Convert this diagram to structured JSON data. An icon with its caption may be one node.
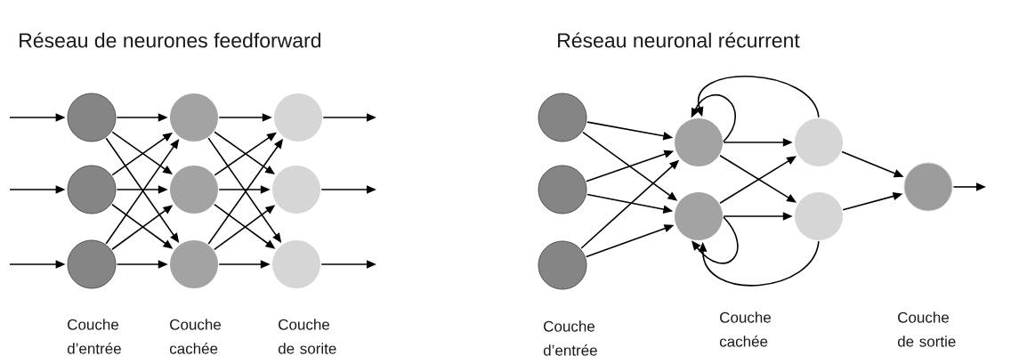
{
  "diagram": {
    "nodes": [
      {
        "text": [],
        "shape": "circle"
      },
      {
        "text": [],
        "shape": "circle"
      },
      {
        "text": [],
        "shape": "circle"
      },
      {
        "text": [],
        "shape": "circle"
      },
      {
        "text": [],
        "shape": "circle"
      },
      {
        "text": [],
        "shape": "circle"
      },
      {
        "text": [],
        "shape": "circle"
      },
      {
        "text": [],
        "shape": "circle"
      },
      {
        "text": [],
        "shape": "circle"
      },
      {
        "text": [],
        "shape": "circle"
      },
      {
        "text": [],
        "shape": "circle"
      },
      {
        "text": [],
        "shape": "circle"
      },
      {
        "text": [],
        "shape": "circle"
      },
      {
        "text": [],
        "shape": "circle"
      },
      {
        "text": [],
        "shape": "circle"
      },
      {
        "text": [],
        "shape": "circle"
      },
      {
        "text": [],
        "shape": "circle"
      }
    ],
    "edges": [
      {
        "from": null,
        "to": 0,
        "arrow": "to"
      },
      {
        "from": null,
        "to": 1,
        "arrow": "to"
      },
      {
        "from": null,
        "to": 2,
        "arrow": "to"
      },
      {
        "from": 0,
        "to": 3,
        "arrow": "to"
      },
      {
        "from": 0,
        "to": 4,
        "arrow": "to"
      },
      {
        "from": 0,
        "to": 5,
        "arrow": "to"
      },
      {
        "from": 1,
        "to": 3,
        "arrow": "to"
      },
      {
        "from": 1,
        "to": 4,
        "arrow": "to"
      },
      {
        "from": 1,
        "to": 5,
        "arrow": "to"
      },
      {
        "from": 2,
        "to": 3,
        "arrow": "to"
      },
      {
        "from": 2,
        "to": 4,
        "arrow": "to"
      },
      {
        "from": 2,
        "to": 5,
        "arrow": "to"
      },
      {
        "from": 3,
        "to": 6,
        "arrow": "to"
      },
      {
        "from": 3,
        "to": 7,
        "arrow": "to"
      },
      {
        "from": 3,
        "to": 8,
        "arrow": "to"
      },
      {
        "from": 4,
        "to": 6,
        "arrow": "to"
      },
      {
        "from": 4,
        "to": 7,
        "arrow": "to"
      },
      {
        "from": 4,
        "to": 8,
        "arrow": "to"
      },
      {
        "from": 5,
        "to": 6,
        "arrow": "to"
      },
      {
        "from": 5,
        "to": 7,
        "arrow": "to"
      },
      {
        "from": 5,
        "to": 8,
        "arrow": "to"
      },
      {
        "from": 6,
        "to": null,
        "arrow": "to"
      },
      {
        "from": 7,
        "to": null,
        "arrow": "to"
      },
      {
        "from": 8,
        "to": null,
        "arrow": "to"
      },
      {
        "from": 9,
        "to": 12,
        "arrow": "to"
      },
      {
        "from": 9,
        "to": 13,
        "arrow": "to"
      },
      {
        "from": 10,
        "to": 12,
        "arrow": "to"
      },
      {
        "from": 10,
        "to": 13,
        "arrow": "to"
      },
      {
        "from": 11,
        "to": 12,
        "arrow": "to"
      },
      {
        "from": 11,
        "to": 13,
        "arrow": "to"
      },
      {
        "from": 12,
        "to": 12,
        "arrow": "to"
      },
      {
        "from": 14,
        "to": 12,
        "arrow": "to"
      },
      {
        "from": 13,
        "to": 13,
        "arrow": "to"
      },
      {
        "from": 15,
        "to": 13,
        "arrow": "to"
      },
      {
        "from": 12,
        "to": 14,
        "arrow": "to"
      },
      {
        "from": 12,
        "to": 15,
        "arrow": "to"
      },
      {
        "from": 13,
        "to": 14,
        "arrow": "to"
      },
      {
        "from": 13,
        "to": 15,
        "arrow": "to"
      },
      {
        "from": 14,
        "to": 16,
        "arrow": "to"
      },
      {
        "from": 15,
        "to": 16,
        "arrow": "to"
      },
      {
        "from": 16,
        "to": null,
        "arrow": "to"
      }
    ],
    "labels": [
      "Réseau de neurones feedforward",
      "Réseau neuronal récurrent",
      "Couche d’entrée",
      "Couche cachée",
      "Couche de sorite",
      "Couche d’entrée",
      "Couche cachée",
      "Couche de sortie"
    ]
  }
}
